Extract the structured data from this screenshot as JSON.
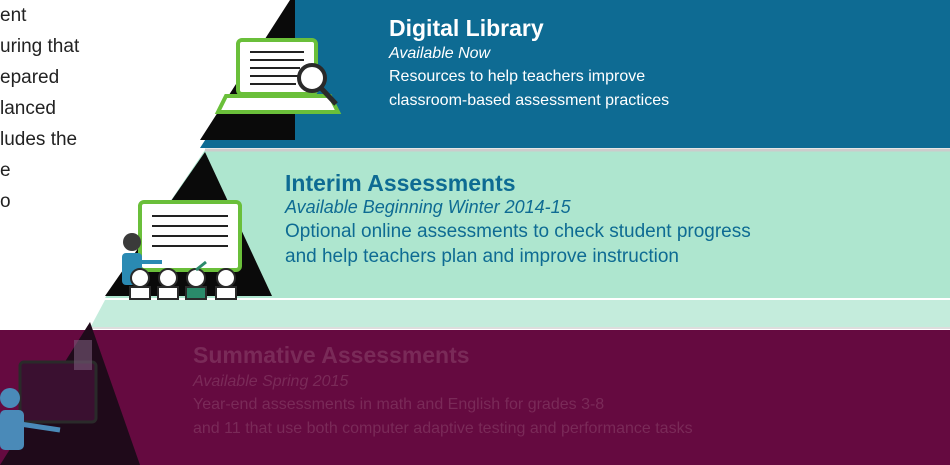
{
  "left_text_lines": [
    "ent",
    "uring that",
    "epared",
    "lanced",
    "ludes the",
    "",
    "e",
    "o"
  ],
  "tiers": [
    {
      "title": "Digital Library",
      "availability": "Available Now",
      "description_lines": [
        "Resources to help teachers improve",
        "classroom-based assessment practices"
      ],
      "icon": "laptop-magnifier-icon",
      "color": "#0e6b93"
    },
    {
      "title": "Interim Assessments",
      "availability": "Available Beginning Winter 2014-15",
      "description_lines": [
        "Optional online assessments to check student progress",
        "and help teachers plan and improve instruction"
      ],
      "icon": "classroom-teacher-icon",
      "color": "#aee6cf"
    },
    {
      "title": "Summative Assessments",
      "availability": "Available Spring 2015",
      "description_lines": [
        "Year-end assessments in math and English for grades 3-8",
        "and 11 that use both computer adaptive testing and performance tasks"
      ],
      "icon": "student-computer-icon",
      "color": "#650a40"
    }
  ]
}
